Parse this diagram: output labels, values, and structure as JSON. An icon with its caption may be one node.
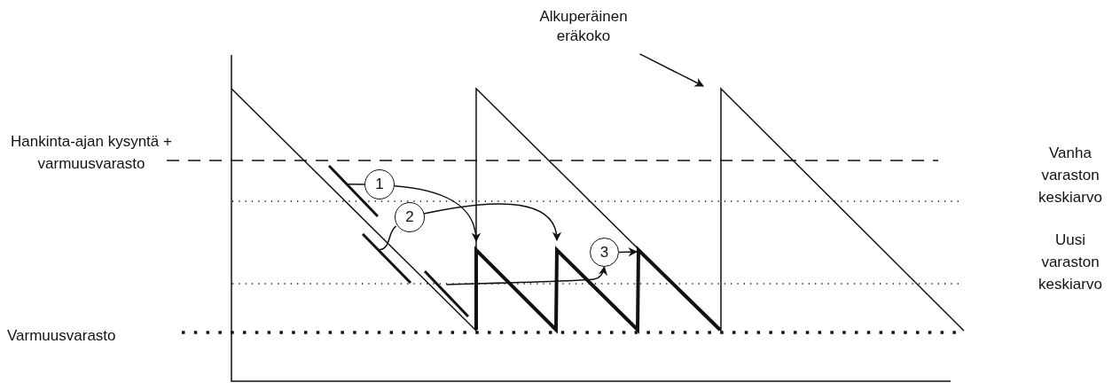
{
  "diagram": {
    "nodes": [
      {
        "text": [
          "Alkuperäinen eräkoko"
        ]
      },
      {
        "text": [
          "1"
        ]
      },
      {
        "text": [
          "2"
        ]
      },
      {
        "text": [
          "3"
        ]
      },
      {
        "text": [],
        "shape": "bar"
      },
      {
        "text": [],
        "shape": "bar"
      },
      {
        "text": [],
        "shape": "bar"
      }
    ],
    "edges": [
      {
        "from": 0,
        "to": null,
        "arrow": "to"
      },
      {
        "from": 1,
        "to": 4,
        "arrow": "none"
      },
      {
        "from": 2,
        "to": 5,
        "arrow": "none"
      },
      {
        "from": 1,
        "to": null,
        "arrow": "to"
      },
      {
        "from": 2,
        "to": null,
        "arrow": "to"
      },
      {
        "from": 6,
        "to": 3,
        "arrow": "to"
      },
      {
        "from": 3,
        "to": null,
        "arrow": "to"
      }
    ],
    "labels": [
      "Hankinta-ajan kysyntä + varmuusvarasto",
      "Vanha varaston keskiarvo",
      "Uusi varaston keskiarvo",
      "Varmuusvarasto"
    ]
  }
}
